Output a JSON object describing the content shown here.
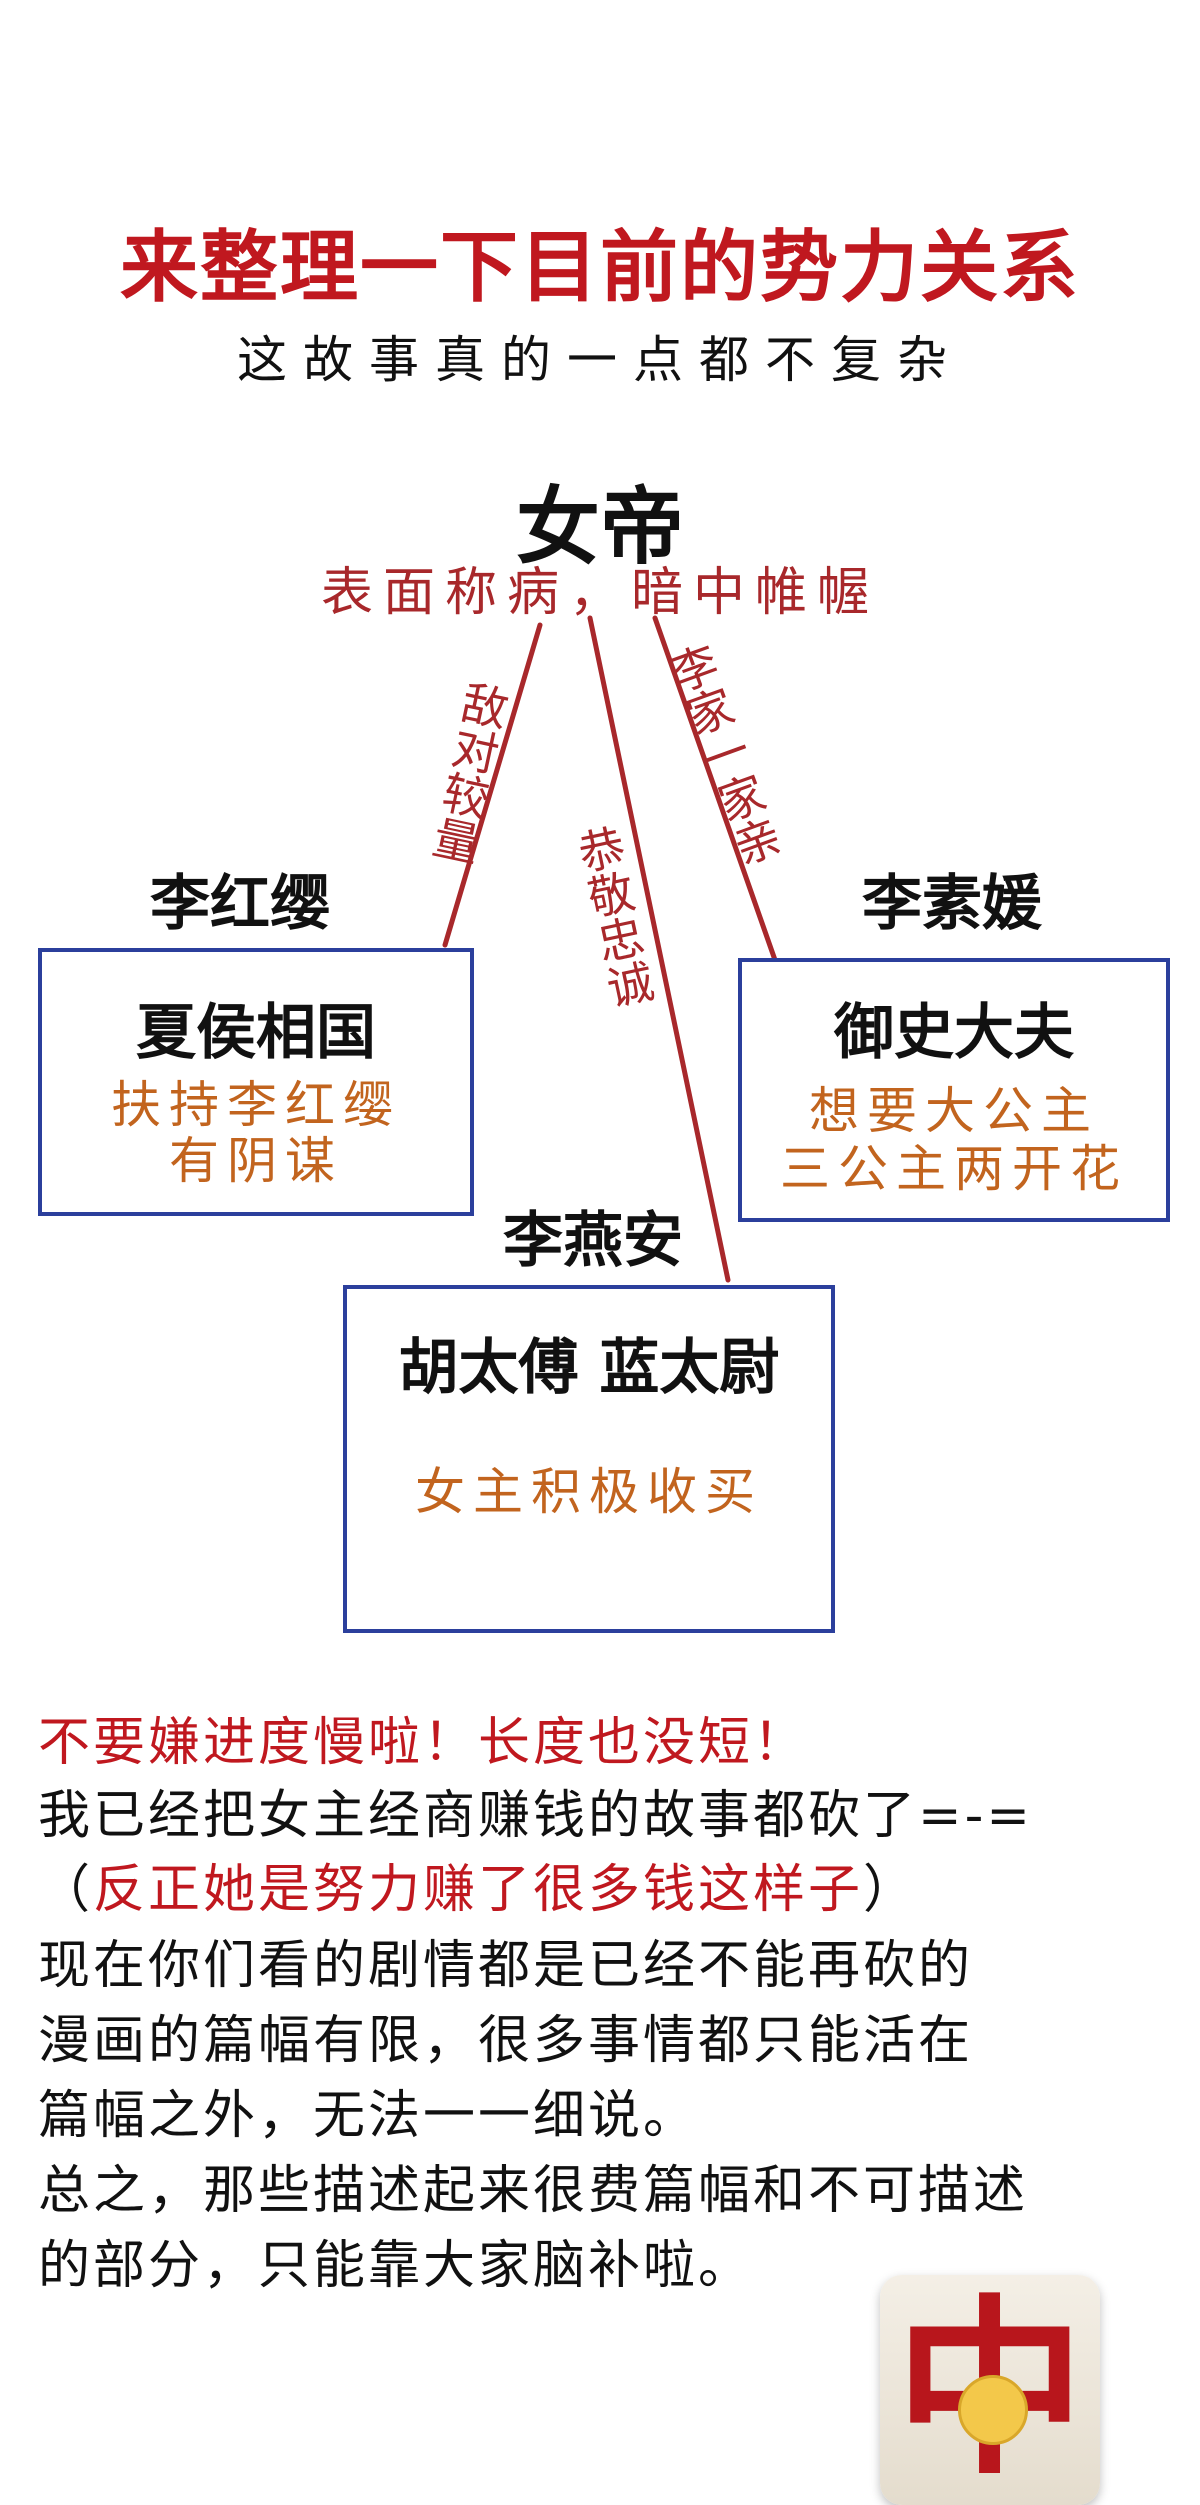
{
  "title": "来整理一下目前的势力关系",
  "subtitle": "这故事真的一点都不复杂",
  "emperor": {
    "name": "女帝",
    "note": "表面称病，暗中帷幄"
  },
  "links": {
    "left": "敌对较量",
    "middle": "恭敬忠诚",
    "right": "李家一家亲"
  },
  "factions": {
    "left": {
      "leader": "李红缨",
      "box_title": "夏侯相国",
      "note_line1": "扶持李红缨",
      "note_line2": "有阴谋"
    },
    "right": {
      "leader": "李素媛",
      "box_title": "御史大夫",
      "note_line1": "想要大公主",
      "note_line2": "三公主两开花"
    },
    "bottom": {
      "leader": "李燕安",
      "box_title": "胡太傅 蓝太尉",
      "note": "女主积极收买"
    }
  },
  "footer": {
    "line1": "不要嫌进度慢啦！长度也没短！",
    "line2": "我已经把女主经商赚钱的故事都砍了=-=",
    "line3_open": "（",
    "line3_red": "反正她是努力赚了很多钱这样子",
    "line3_close": "）",
    "line4": "现在你们看的剧情都是已经不能再砍的",
    "line5": "漫画的篇幅有限，很多事情都只能活在",
    "line6": "篇幅之外，无法一一细说。",
    "line7": "总之，那些描述起来很费篇幅和不可描述",
    "line8": "的部分，只能靠大家脑补啦。"
  },
  "tile": {
    "char": "中",
    "icon": "mahjong-tile-icon"
  },
  "colors": {
    "title_red": "#c0181f",
    "line_red": "#a8282b",
    "box_blue": "#2b3f9c",
    "note_orange": "#c2641e"
  }
}
